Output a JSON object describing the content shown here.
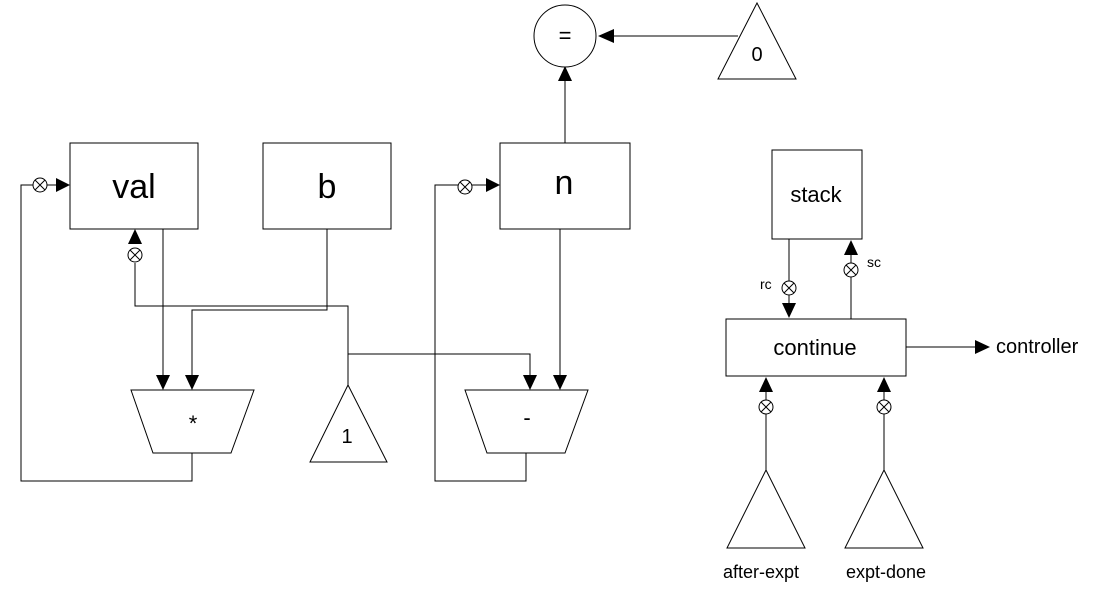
{
  "registers": {
    "val": "val",
    "b": "b",
    "n": "n",
    "stack": "stack",
    "continue": "continue"
  },
  "operations": {
    "equals": "=",
    "multiply": "*",
    "subtract": "-"
  },
  "constants": {
    "zero": "0",
    "one": "1",
    "after_expt": "after-expt",
    "expt_done": "expt-done"
  },
  "labels": {
    "controller": "controller",
    "rc": "rc",
    "sc": "sc"
  },
  "button_symbol": "⊗"
}
